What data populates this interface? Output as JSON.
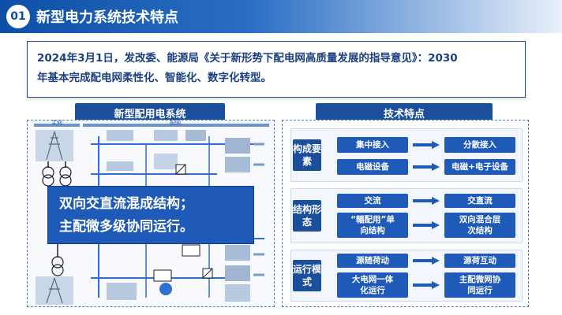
{
  "header": {
    "number": "01",
    "title": "新型电力系统技术特点"
  },
  "summary": {
    "line1": "2024年3月1日，发改委、能源局《关于新形势下配电网高质量发展的指导意见》：2030",
    "line2": "年基本完成配电网柔性化、智能化、数字化转型。"
  },
  "left_section": {
    "title": "新型配用电系统",
    "zone_main": "主网",
    "zone_dist": "配网",
    "callout_line1": "双向交直流混成结构；",
    "callout_line2": "主配微多级协同运行。"
  },
  "right_section": {
    "title": "技术特点",
    "groups": [
      {
        "label": "构成要素",
        "rows": [
          {
            "from": "集中接入",
            "to": "分散接入"
          },
          {
            "from": "电磁设备",
            "to": "电磁+电子设备"
          }
        ]
      },
      {
        "label": "结构形态",
        "rows": [
          {
            "from": "交流",
            "to": "交直流"
          },
          {
            "from": "“輻配用”单向结构",
            "to": "双向混合层次结构"
          }
        ]
      },
      {
        "label": "运行模式",
        "rows": [
          {
            "from": "源随荷动",
            "to": "源荷互动"
          },
          {
            "from": "大电网一体化运行",
            "to": "主配微网协同运行"
          }
        ]
      }
    ]
  },
  "colors": {
    "primary": "#1b4f9c",
    "accent": "#1f5ab8",
    "header_start": "#0d4fa6"
  }
}
